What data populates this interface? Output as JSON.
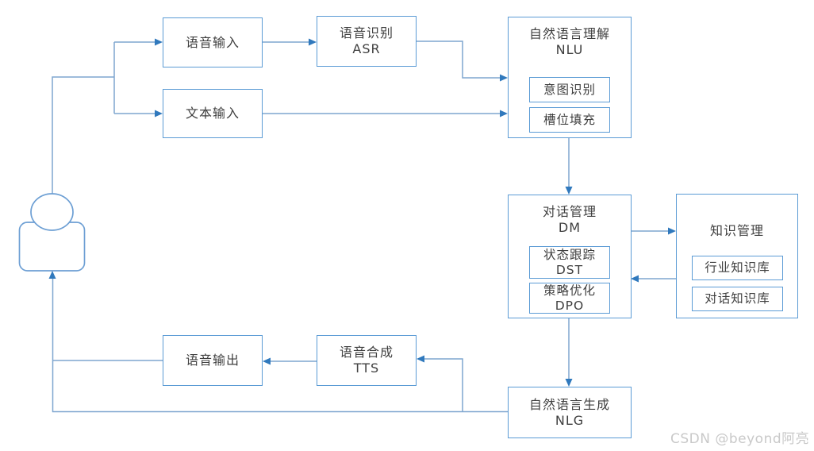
{
  "diagram_name": "dialogue-system-architecture",
  "nodes": {
    "voice_input": {
      "label": "语音输入"
    },
    "asr": {
      "line1": "语音识别",
      "line2": "ASR"
    },
    "text_input": {
      "label": "文本输入"
    },
    "nlu": {
      "line1": "自然语言理解",
      "line2": "NLU",
      "sub1": "意图识别",
      "sub2": "槽位填充"
    },
    "dm": {
      "line1": "对话管理",
      "line2": "DM",
      "sub1_line1": "状态跟踪",
      "sub1_line2": "DST",
      "sub2_line1": "策略优化",
      "sub2_line2": "DPO"
    },
    "km": {
      "label": "知识管理",
      "sub1": "行业知识库",
      "sub2": "对话知识库"
    },
    "voice_output": {
      "label": "语音输出"
    },
    "tts": {
      "line1": "语音合成",
      "line2": "TTS"
    },
    "nlg": {
      "line1": "自然语言生成",
      "line2": "NLG"
    }
  },
  "icons": {
    "user": "user-silhouette-icon"
  },
  "watermark": {
    "text": "CSDN @beyond阿亮"
  },
  "colors": {
    "box_border": "#5b9bd5",
    "connector_line": "#7fa6cf",
    "arrowhead": "#3079bd",
    "text": "#3f3f3f",
    "watermark": "#c9c9c9",
    "background": "#ffffff"
  }
}
